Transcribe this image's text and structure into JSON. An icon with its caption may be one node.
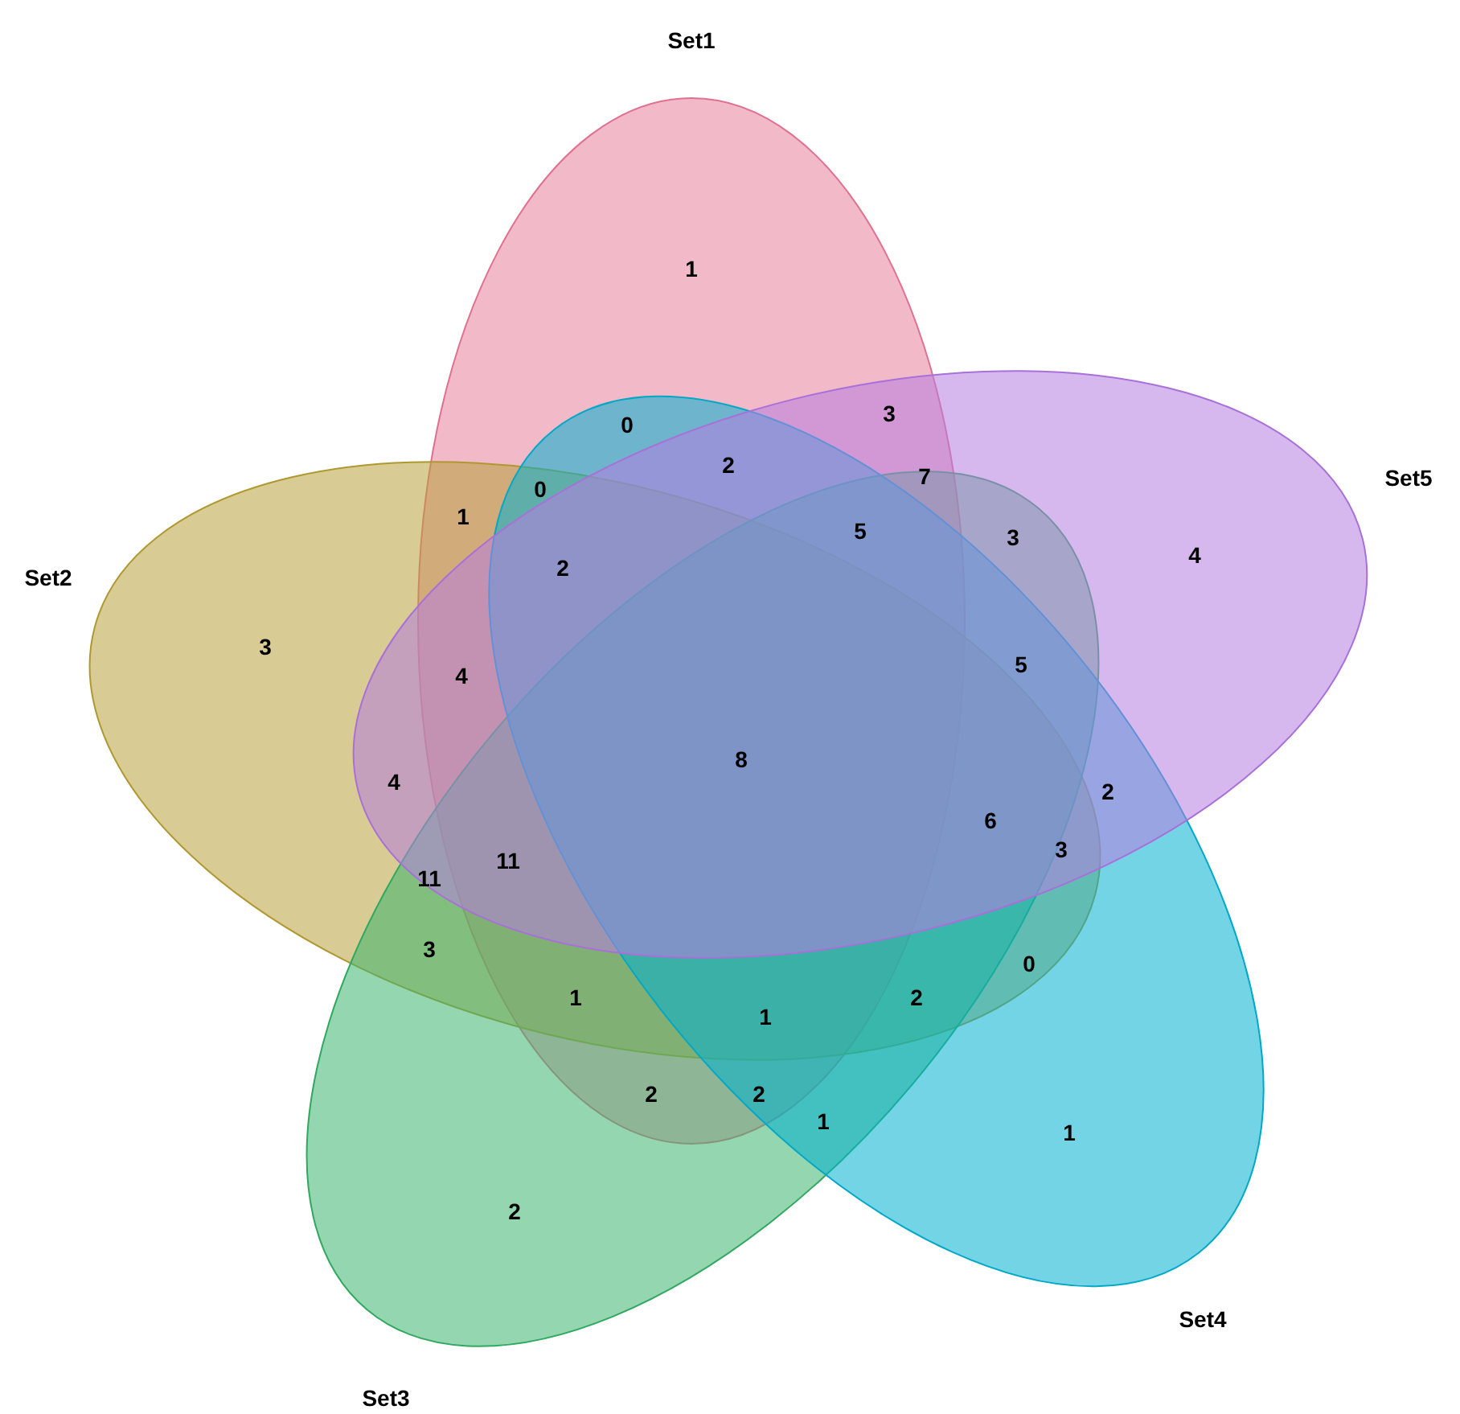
{
  "diagram": {
    "nodes": [
      {
        "text": [
          "Set1"
        ]
      },
      {
        "text": [
          "Set2"
        ]
      },
      {
        "text": [
          "Set3"
        ]
      },
      {
        "text": [
          "Set4"
        ]
      },
      {
        "text": [
          "Set5"
        ]
      }
    ],
    "labels": [
      "1",
      "3",
      "0",
      "2",
      "7",
      "0",
      "1",
      "5",
      "3",
      "4",
      "2",
      "3",
      "5",
      "4",
      "8",
      "4",
      "2",
      "6",
      "3",
      "11",
      "11",
      "3",
      "0",
      "1",
      "2",
      "1",
      "2",
      "2",
      "1",
      "1",
      "2"
    ]
  }
}
